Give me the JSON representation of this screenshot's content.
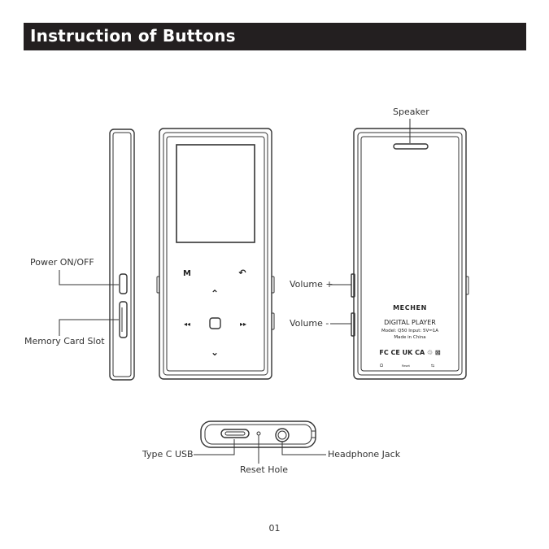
{
  "header": {
    "title": "Instruction of Buttons"
  },
  "labels": {
    "speaker": "Speaker",
    "power": "Power ON/OFF",
    "memory_card": "Memory Card Slot",
    "volume_up": "Volume +",
    "volume_down": "Volume -",
    "type_c": "Type C USB",
    "reset": "Reset Hole",
    "headphone": "Headphone Jack"
  },
  "device_front": {
    "buttons": [
      "M",
      "↶",
      "⌃",
      "◂◂",
      "▢",
      "▸▸",
      "⌄"
    ]
  },
  "device_back": {
    "brand": "MECHEN",
    "product": "DIGITAL  PLAYER",
    "model_line": "Model: Q50   Input: 5V⎓1A",
    "origin": "Made in China",
    "cert_marks": "FC  CE  UK CA  ♲  ⊠",
    "bottom_left_icon": "Ω",
    "bottom_mid_label": "Reset",
    "bottom_right_icon": "⇆"
  },
  "footer": {
    "page_number": "01"
  },
  "colors": {
    "header_bg": "#231f20",
    "header_text": "#ffffff",
    "line": "#333333"
  }
}
